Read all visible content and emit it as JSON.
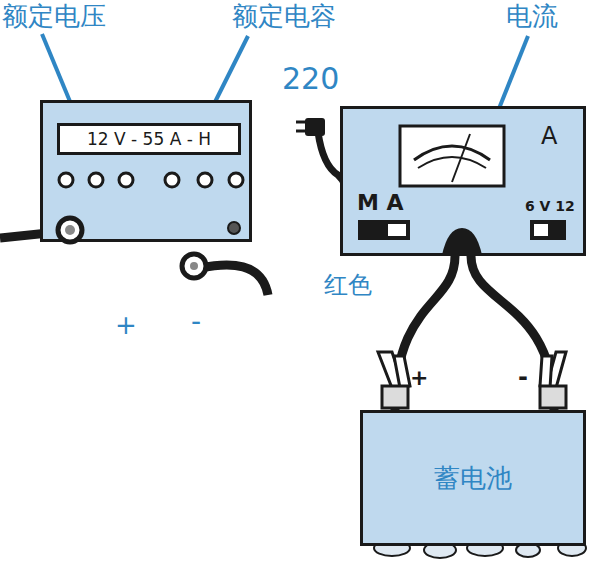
{
  "diagram": {
    "nodes": [
      {
        "text": [
          "+",
          "-"
        ]
      },
      {
        "text": [
          "12 V - 55 A - H"
        ],
        "in": 0
      },
      {
        "text": [
          "A",
          "M A",
          "6 V 12"
        ]
      },
      {
        "text": [
          "蓄电池"
        ]
      }
    ],
    "edges": [
      {
        "from": 2,
        "to": 3,
        "arrow": "none"
      },
      {
        "from": 2,
        "to": 3,
        "arrow": "none"
      }
    ],
    "labels": [
      "额定电压",
      "额定电容",
      "电流",
      "220",
      "红色",
      "+",
      "-"
    ]
  }
}
